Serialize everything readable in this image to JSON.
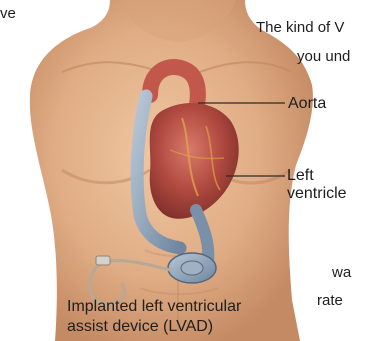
{
  "fragments": {
    "top_left": "ve",
    "top_right_line1": "The kind of V",
    "top_right_line2": "you und",
    "mid_right_line1": "wa",
    "mid_right_line2": "rate"
  },
  "labels": {
    "aorta": "Aorta",
    "left_ventricle_line1": "Left",
    "left_ventricle_line2": "ventricle"
  },
  "caption": {
    "line1": "Implanted left ventricular",
    "line2": "assist device (LVAD)"
  },
  "colors": {
    "skin": "#e2b48d",
    "skin_shadow": "#c98e66",
    "heart": "#b2473e",
    "pump": "#8aa2b8",
    "leader_line": "#2b2b2b"
  }
}
